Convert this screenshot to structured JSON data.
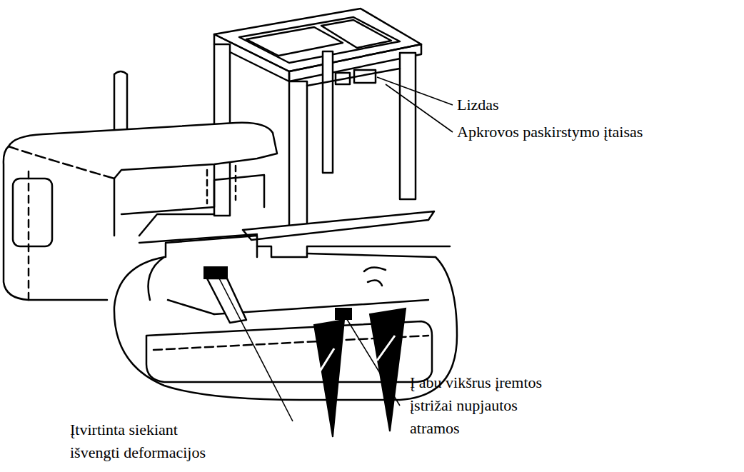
{
  "diagram": {
    "labels": [
      "Lizdas",
      "Apkrovos paskirstymo įtaisas",
      "Į abu vikšrus įremtos įstrižai nupjautos atramos",
      "Įtvirtinta siekiant išvengti deformacijos"
    ]
  }
}
